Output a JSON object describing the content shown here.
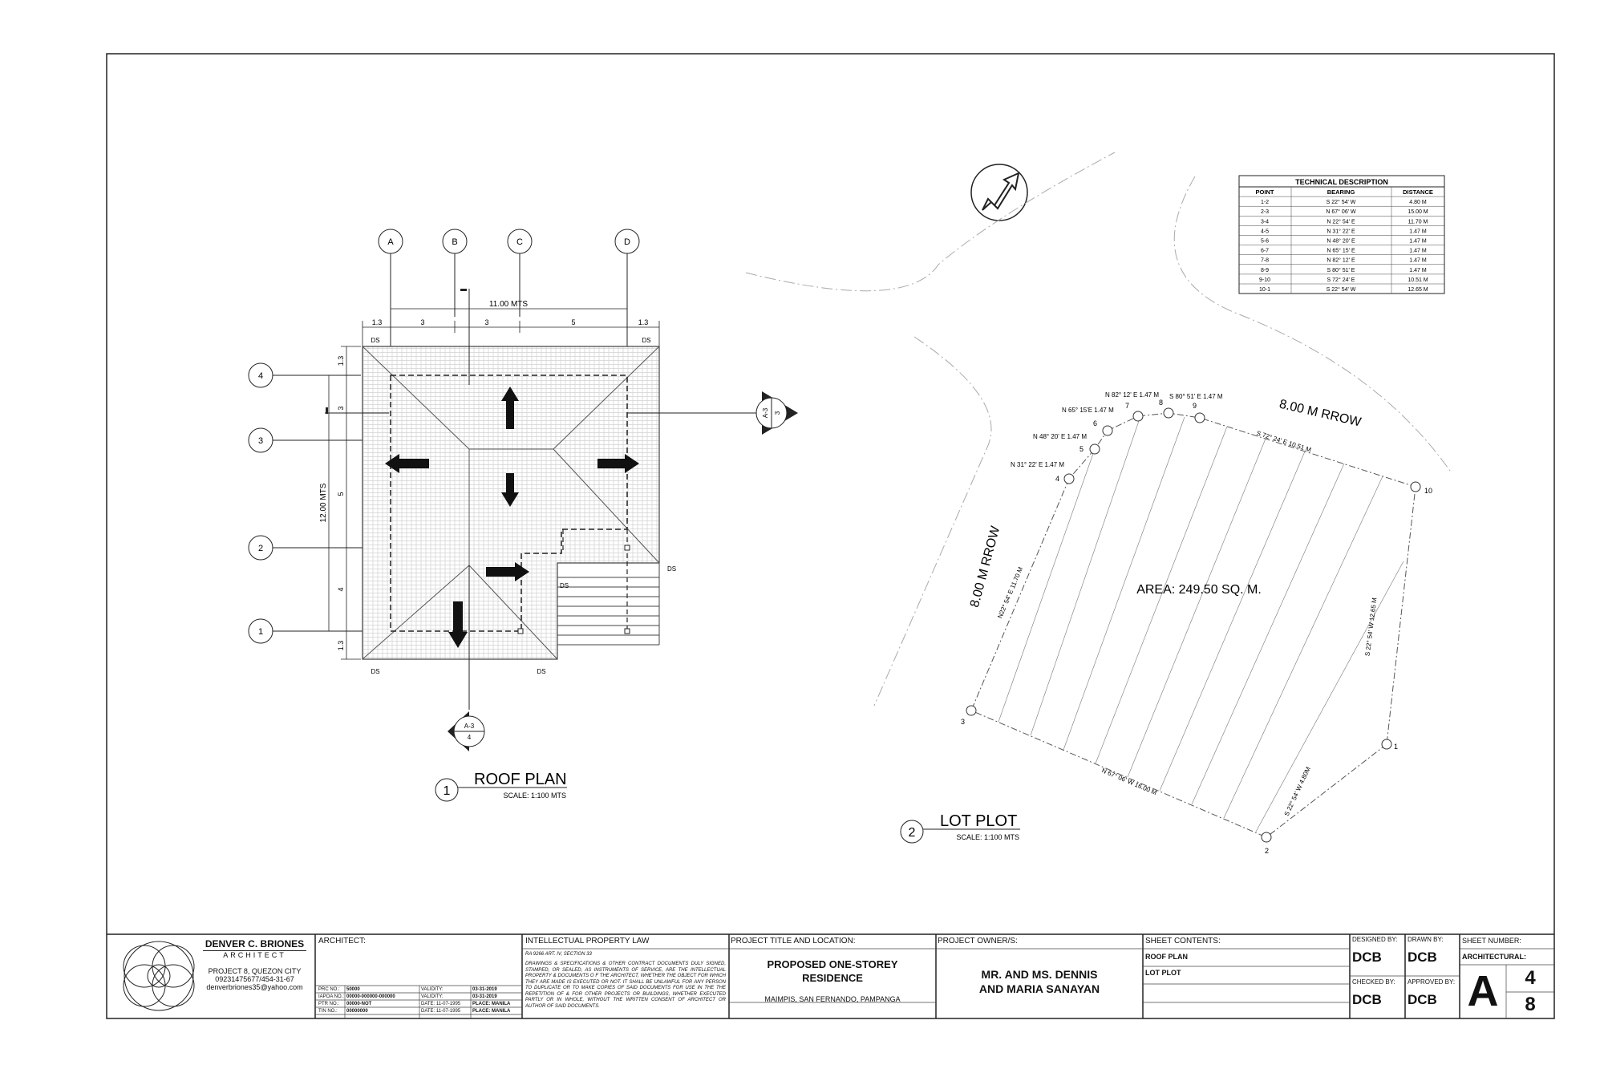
{
  "roof_plan": {
    "title": "ROOF PLAN",
    "number": "1",
    "scale": "SCALE: 1:100 MTS",
    "grid_letters": [
      "A",
      "B",
      "C",
      "D"
    ],
    "grid_numbers": [
      "4",
      "3",
      "2",
      "1"
    ],
    "overall_width": "11.00 MTS",
    "overall_depth": "12.00 MTS",
    "width_dims": [
      "1.3",
      "3",
      "3",
      "5",
      "1.3"
    ],
    "depth_dims": [
      "1.3",
      "3",
      "5",
      "4",
      "1.3"
    ],
    "ds_label": "DS",
    "section_a": {
      "sheet": "A-3",
      "num": "3"
    },
    "section_b": {
      "sheet": "A-3",
      "num": "4"
    }
  },
  "lot_plot": {
    "title": "LOT PLOT",
    "number": "2",
    "scale": "SCALE: 1:100 MTS",
    "area": "AREA: 249.50 SQ. M.",
    "rrow_top": "8.00 M RROW",
    "rrow_left": "8.00 M RROW",
    "edge_labels": {
      "top": "S 72° 24' E 10.51 M",
      "left": "N22° 54' E 11.70 M",
      "bottom": "N 67° 06' W 16.00 M",
      "right": "S 22° 54' W 12.65 M",
      "short": "S 22° 54' W 4.80M"
    },
    "small_labels": [
      "N 31° 22' E 1.47 M",
      "N 48° 20' E 1.47 M",
      "N 65° 15'E 1.47 M",
      "N 82° 12' E 1.47 M",
      "S 80° 51' E 1.47 M"
    ],
    "points": [
      "1",
      "2",
      "3",
      "4",
      "5",
      "6",
      "7",
      "8",
      "9",
      "10"
    ]
  },
  "technical_description": {
    "title": "TECHNICAL DESCRIPTION",
    "headers": [
      "POINT",
      "BEARING",
      "DISTANCE"
    ],
    "rows": [
      [
        "1-2",
        "S 22° 54' W",
        "4.80 M"
      ],
      [
        "2-3",
        "N 67° 06' W",
        "15.00 M"
      ],
      [
        "3-4",
        "N 22° 54' E",
        "11.70 M"
      ],
      [
        "4-5",
        "N 31° 22' E",
        "1.47 M"
      ],
      [
        "5-6",
        "N 48° 20' E",
        "1.47 M"
      ],
      [
        "6-7",
        "N 65° 15' E",
        "1.47 M"
      ],
      [
        "7-8",
        "N 82° 12' E",
        "1.47 M"
      ],
      [
        "8-9",
        "S 80° 51' E",
        "1.47 M"
      ],
      [
        "9-10",
        "S 72° 24' E",
        "10.51 M"
      ],
      [
        "10-1",
        "S 22° 54' W",
        "12.65 M"
      ]
    ]
  },
  "title_block": {
    "architect_name": "DENVER C. BRIONES",
    "architect_role": "ARCHITECT",
    "address": "PROJECT 8, QUEZON CITY",
    "phone": "09231475677/454-31-67",
    "email": "denverbriones35@yahoo.com",
    "architect_label": "ARCHITECT:",
    "license_rows": [
      [
        "PRC NO.:",
        "50000",
        "VALIDITY:",
        "03-31-2019"
      ],
      [
        "IAPOA NO.:",
        "00000-000000-000000",
        "VALIDITY:",
        "03-31-2019"
      ],
      [
        "PTR NO.:",
        "00000-NOT",
        "DATE: 11-07-1995",
        "PLACE: MANILA"
      ],
      [
        "TIN NO.:",
        "00000000",
        "DATE: 11-07-1995",
        "PLACE: MANILA"
      ]
    ],
    "ip_label": "INTELLECTUAL PROPERTY LAW",
    "ip_ref": "RA 9266 ART. IV, SECTION 33",
    "ip_text": "DRAWINGS & SPECIFICATIONS & OTHER CONTRACT DOCUMENTS DULY SIGNED, STAMPED, OR SEALED, AS INSTRUMENTS OF SERVICE, ARE THE INTELLECTUAL PROPERTY & DOCUMENTS O F THE ARCHITECT, WHETHER THE OBJECT FOR WHICH THEY ARE MADE IS EXECUTED OR NOT. IT SHALL BE UNLAWFUL FOR ANY PERSON TO DUPLICATE OR TO MAKE COPIES OF SAID DOCUMENTS FOR USE IN THE THE REPETITION OF & FOR OTHER PROJECTS OR BUILDINGS, WHETHER EXECUTED PARTLY OR IN WHOLE, WITHOUT THE WRITTEN CONSENT OF ARCHITECT OR AUTHOR OF SAID DOCUMENTS.",
    "project_label": "PROJECT TITLE AND LOCATION:",
    "project_title_1": "PROPOSED ONE-STOREY",
    "project_title_2": "RESIDENCE",
    "project_location": "MAIMPIS, SAN FERNANDO, PAMPANGA",
    "owner_label": "PROJECT OWNER/S:",
    "owner_1": "MR. AND MS. DENNIS",
    "owner_2": "AND MARIA SANAYAN",
    "contents_label": "SHEET CONTENTS:",
    "contents": [
      "ROOF PLAN",
      "LOT PLOT"
    ],
    "designed_by_label": "DESIGNED BY:",
    "designed_by": "DCB",
    "drawn_by_label": "DRAWN BY:",
    "drawn_by": "DCB",
    "checked_by_label": "CHECKED BY:",
    "checked_by": "DCB",
    "approved_by_label": "APPROVED BY:",
    "approved_by": "DCB",
    "sheet_number_label": "SHEET NUMBER:",
    "discipline": "ARCHITECTURAL:",
    "sheet_letter": "A",
    "sheet_num": "4",
    "sheet_total": "8"
  }
}
